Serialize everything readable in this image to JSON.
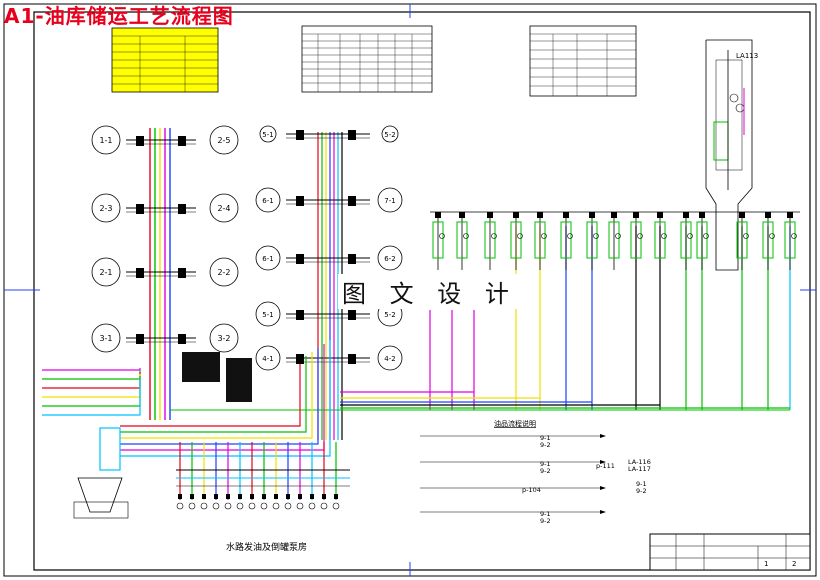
{
  "title": "A1-油库储运工艺流程图",
  "watermark": "图 文 设 计",
  "tanks_left": [
    {
      "id": "1-1",
      "row": 0,
      "side": "L"
    },
    {
      "id": "2-5",
      "row": 0,
      "side": "R"
    },
    {
      "id": "2-3",
      "row": 1,
      "side": "L"
    },
    {
      "id": "2-4",
      "row": 1,
      "side": "R"
    },
    {
      "id": "2-1",
      "row": 2,
      "side": "L"
    },
    {
      "id": "2-2",
      "row": 2,
      "side": "R"
    },
    {
      "id": "3-1",
      "row": 3,
      "side": "L"
    },
    {
      "id": "3-2",
      "row": 3,
      "side": "R"
    }
  ],
  "tanks_right": [
    {
      "id": "5-1",
      "row": 0,
      "side": "L"
    },
    {
      "id": "5-2",
      "row": 0,
      "side": "R"
    },
    {
      "id": "6-1",
      "row": 1,
      "side": "L"
    },
    {
      "id": "7-1",
      "row": 1,
      "side": "R"
    },
    {
      "id": "6-1",
      "row": 2,
      "side": "L"
    },
    {
      "id": "6-2",
      "row": 2,
      "side": "R"
    },
    {
      "id": "5-1",
      "row": 3,
      "side": "L"
    },
    {
      "id": "5-2",
      "row": 3,
      "side": "R"
    },
    {
      "id": "4-1",
      "row": 4,
      "side": "L"
    },
    {
      "id": "4-2",
      "row": 4,
      "side": "R"
    }
  ],
  "loading_tower_label": "LA113",
  "pump_station_label": "水路发油及倒罐泵房",
  "notes_heading": "油品流程说明",
  "notes": [
    {
      "label": "9-1",
      "sub": "9-2"
    },
    {
      "label": "9-1",
      "sub": "9-2"
    },
    {
      "label": "p-111",
      "sub": ""
    },
    {
      "label": "LA-116",
      "sub": "LA-117"
    },
    {
      "label": "p-104",
      "sub": ""
    },
    {
      "label": "9-1",
      "sub": "9-2"
    },
    {
      "label": "9-1",
      "sub": "9-2"
    }
  ],
  "title_block": {
    "sheet": "1",
    "of": "2"
  },
  "colors": {
    "red": "#e8001c",
    "green": "#00c000",
    "yellow": "#f0e000",
    "blue": "#2040ff",
    "magenta": "#e000e0",
    "cyan": "#00c0ff",
    "black": "#000000"
  }
}
